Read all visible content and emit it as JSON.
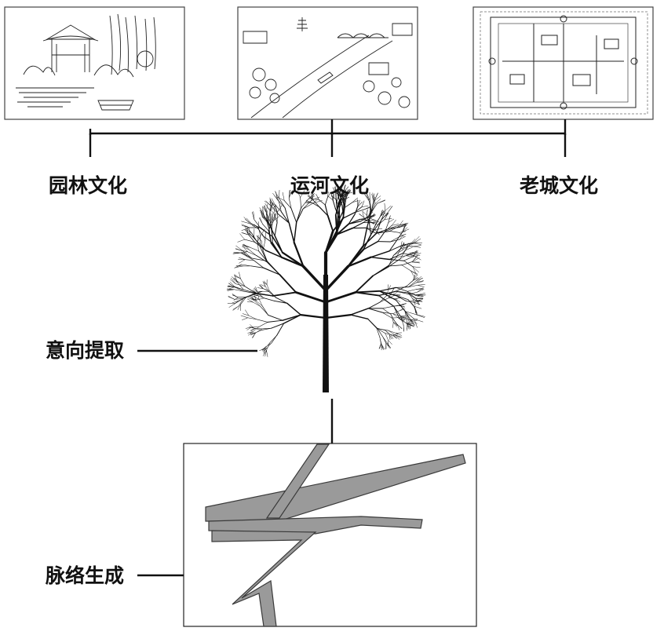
{
  "labels": {
    "garden": "园林文化",
    "canal": "运河文化",
    "old_city": "老城文化",
    "extract": "意向提取",
    "generate": "脉络生成"
  },
  "colors": {
    "ink": "#111111",
    "corridor_fill": "#9a9a9a",
    "corridor_stroke": "#3a3a3a"
  }
}
